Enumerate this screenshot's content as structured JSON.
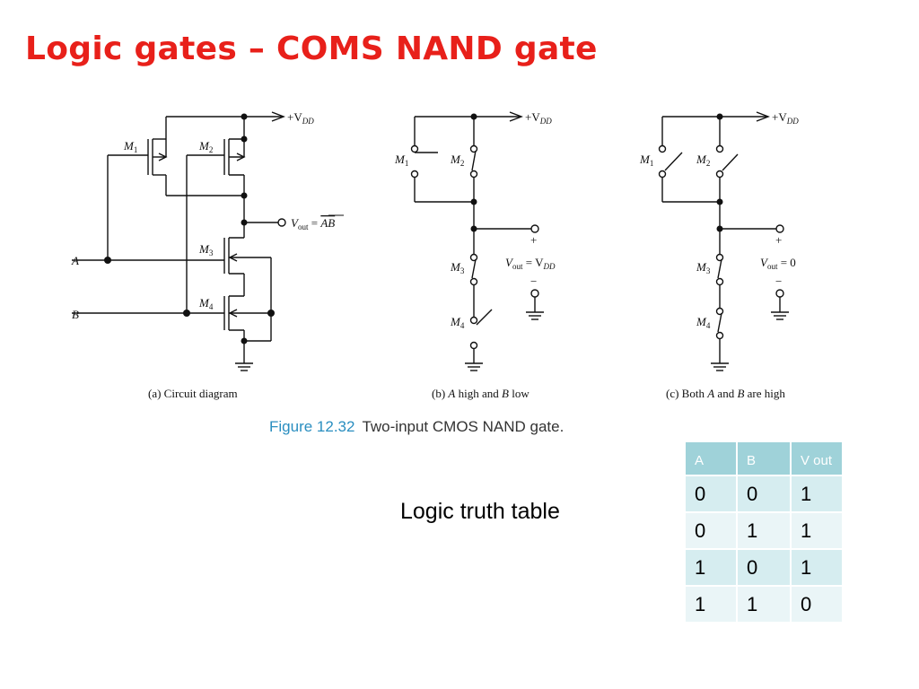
{
  "slide": {
    "title": "Logic gates – COMS NAND gate",
    "figure_label": "Figure 12.32",
    "figure_caption": "Two-input CMOS NAND gate.",
    "truth_table_label": "Logic truth table"
  },
  "diagram": {
    "vdd": "+V",
    "vdd_sub": "DD",
    "input_a": "A",
    "input_b": "B",
    "transistors": [
      "M",
      "M",
      "M",
      "M"
    ],
    "transistor_subs": [
      "1",
      "2",
      "3",
      "4"
    ],
    "vout": "V",
    "vout_sub": "out",
    "vout_expr_eq": " = ",
    "vout_expr": "AB",
    "vout_eq_vdd": " = V",
    "vout_eq_zero": " = 0",
    "plus": "+",
    "minus": "−",
    "panel_a": "(a) Circuit diagram",
    "panel_b_pre": "(b) ",
    "panel_b_a": "A",
    "panel_b_mid": " high and ",
    "panel_b_b": "B",
    "panel_b_post": " low",
    "panel_c_pre": "(c) Both ",
    "panel_c_a": "A",
    "panel_c_mid": " and ",
    "panel_c_b": "B",
    "panel_c_post": " are high"
  },
  "truth_table": {
    "headers": [
      "A",
      "B",
      "V out"
    ],
    "rows": [
      [
        "0",
        "0",
        "1"
      ],
      [
        "0",
        "1",
        "1"
      ],
      [
        "1",
        "0",
        "1"
      ],
      [
        "1",
        "1",
        "0"
      ]
    ]
  },
  "colors": {
    "title": "#e8201a",
    "figure_label": "#2a8ec0",
    "table_header": "#9fd2d9",
    "table_row_odd": "#d6edf0",
    "table_row_even": "#eaf5f7"
  }
}
